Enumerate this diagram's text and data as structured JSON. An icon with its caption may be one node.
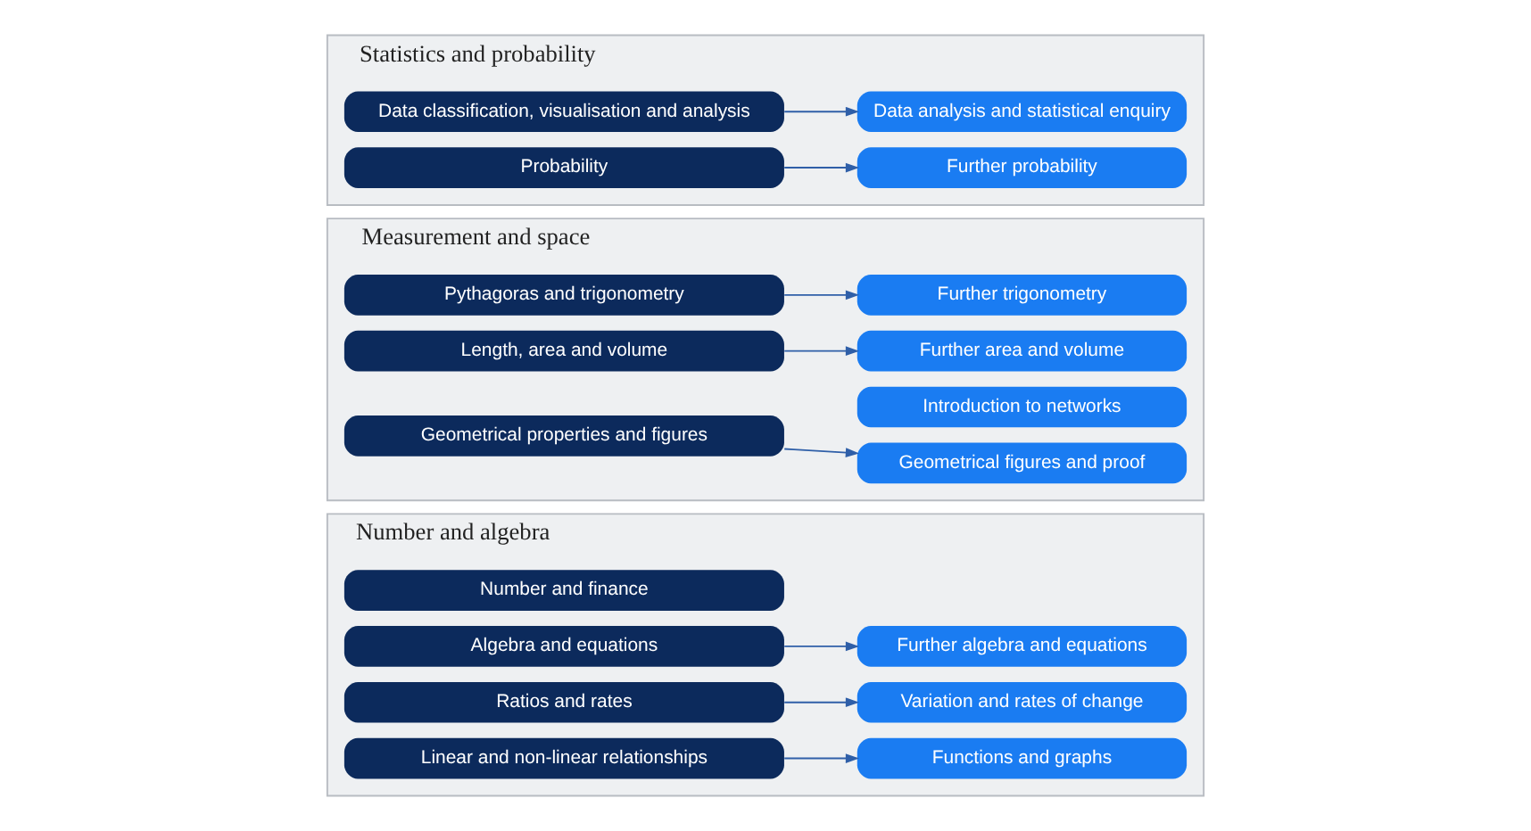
{
  "diagram": {
    "nodes": [
      {
        "text": [
          "Number and algebra"
        ]
      },
      {
        "text": [
          "Number and finance"
        ],
        "in": 0
      },
      {
        "text": [
          "Algebra and equations"
        ],
        "in": 0
      },
      {
        "text": [
          "Further algebra and equations"
        ],
        "in": 0
      },
      {
        "text": [
          "Ratios and rates"
        ],
        "in": 0
      },
      {
        "text": [
          "Variation and rates of change"
        ],
        "in": 0
      },
      {
        "text": [
          "Linear and non-linear relationships"
        ],
        "in": 0
      },
      {
        "text": [
          "Functions and graphs"
        ],
        "in": 0
      },
      {
        "text": [
          "Measurement and space"
        ]
      },
      {
        "text": [
          "Pythagoras and trigonometry"
        ],
        "in": 8
      },
      {
        "text": [
          "Further trigonometry"
        ],
        "in": 8
      },
      {
        "text": [
          "Length, area and volume"
        ],
        "in": 8
      },
      {
        "text": [
          "Further area and volume"
        ],
        "in": 8
      },
      {
        "text": [
          "Geometrical properties and figures"
        ],
        "in": 8
      },
      {
        "text": [
          "Geometrical figures and proof"
        ],
        "in": 8
      },
      {
        "text": [
          "Introduction to networks"
        ],
        "in": 8
      },
      {
        "text": [
          "Statistics and probability"
        ]
      },
      {
        "text": [
          "Data classification, visualisation and analysis"
        ],
        "in": 16
      },
      {
        "text": [
          "Data analysis and statistical enquiry"
        ],
        "in": 16
      },
      {
        "text": [
          "Probability"
        ],
        "in": 16
      },
      {
        "text": [
          "Further probability"
        ],
        "in": 16
      }
    ],
    "edges": [
      {
        "from": 2,
        "to": 3,
        "arrow": "to"
      },
      {
        "from": 4,
        "to": 5,
        "arrow": "to"
      },
      {
        "from": 6,
        "to": 7,
        "arrow": "to"
      },
      {
        "from": 9,
        "to": 10,
        "arrow": "to"
      },
      {
        "from": 11,
        "to": 12,
        "arrow": "to"
      },
      {
        "from": 13,
        "to": 14,
        "arrow": "to"
      },
      {
        "from": 17,
        "to": 18,
        "arrow": "to"
      },
      {
        "from": 19,
        "to": 20,
        "arrow": "to"
      }
    ]
  }
}
